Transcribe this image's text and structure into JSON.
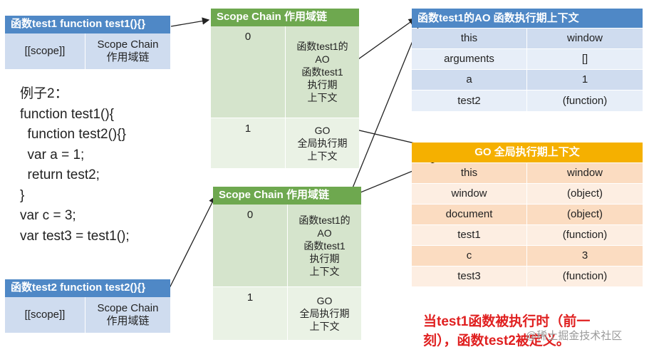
{
  "test1_box": {
    "header": "函数test1  function test1(){}",
    "scope_label": "[[scope]]",
    "scope_value": "Scope Chain\n作用域链"
  },
  "test2_box": {
    "header": "函数test2  function test2(){}",
    "scope_label": "[[scope]]",
    "scope_value": "Scope Chain\n作用域链"
  },
  "code": {
    "title": "例子2：",
    "lines": [
      "function test1(){",
      "  function test2(){}",
      "  var a = 1;",
      "  return test2;",
      "}",
      "var c = 3;",
      "var test3 = test1();"
    ]
  },
  "scope_chain_top": {
    "header": "Scope Chain 作用域链",
    "rows": [
      {
        "index": "0",
        "value": "函数test1的\nAO\n函数test1\n执行期\n上下文"
      },
      {
        "index": "1",
        "value": "GO\n全局执行期\n上下文"
      }
    ]
  },
  "scope_chain_bottom": {
    "header": "Scope Chain 作用域链",
    "rows": [
      {
        "index": "0",
        "value": "函数test1的\nAO\n函数test1\n执行期\n上下文"
      },
      {
        "index": "1",
        "value": "GO\n全局执行期\n上下文"
      }
    ]
  },
  "ao_table": {
    "header": "函数test1的AO 函数执行期上下文",
    "rows": [
      {
        "key": "this",
        "value": "window"
      },
      {
        "key": "arguments",
        "value": "[]"
      },
      {
        "key": "a",
        "value": "1"
      },
      {
        "key": "test2",
        "value": "(function)"
      }
    ]
  },
  "go_table": {
    "header": "GO 全局执行期上下文",
    "rows": [
      {
        "key": "this",
        "value": "window"
      },
      {
        "key": "window",
        "value": "(object)"
      },
      {
        "key": "document",
        "value": "(object)"
      },
      {
        "key": "test1",
        "value": "(function)"
      },
      {
        "key": "c",
        "value": "3"
      },
      {
        "key": "test3",
        "value": "(function)"
      }
    ]
  },
  "note": {
    "line1": "当test1函数被执行时（前一",
    "line2": "刻），函数test2被定义。"
  },
  "watermark": "@稀土掘金技术社区",
  "colors": {
    "blue_header": "#4f88c6",
    "green_header": "#6ea84f",
    "orange_header": "#f5b000",
    "note_red": "#e02020"
  }
}
